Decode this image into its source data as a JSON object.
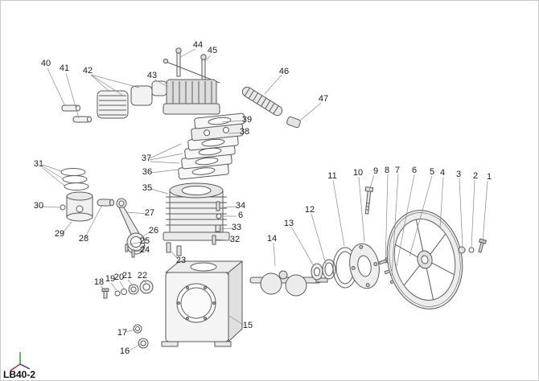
{
  "title": "LB40-2",
  "diagram_type_note": "exploded parts view",
  "axis_icon": {
    "green": "#1a9e1a",
    "red": "#cc2222",
    "blue": "#2233cc"
  },
  "callouts": [
    {
      "label": "1"
    },
    {
      "label": "2"
    },
    {
      "label": "3"
    },
    {
      "label": "4"
    },
    {
      "label": "5"
    },
    {
      "label": "6"
    },
    {
      "label": "7"
    },
    {
      "label": "8"
    },
    {
      "label": "9"
    },
    {
      "label": "10"
    },
    {
      "label": "11"
    },
    {
      "label": "12"
    },
    {
      "label": "13"
    },
    {
      "label": "14"
    },
    {
      "label": "15"
    },
    {
      "label": "16"
    },
    {
      "label": "17"
    },
    {
      "label": "18"
    },
    {
      "label": "19"
    },
    {
      "label": "20"
    },
    {
      "label": "21"
    },
    {
      "label": "22"
    },
    {
      "label": "23"
    },
    {
      "label": "24"
    },
    {
      "label": "25"
    },
    {
      "label": "26"
    },
    {
      "label": "27"
    },
    {
      "label": "28"
    },
    {
      "label": "29"
    },
    {
      "label": "30"
    },
    {
      "label": "31"
    },
    {
      "label": "32"
    },
    {
      "label": "33"
    },
    {
      "label": "34"
    },
    {
      "label": "35"
    },
    {
      "label": "36"
    },
    {
      "label": "37"
    },
    {
      "label": "38"
    },
    {
      "label": "39"
    },
    {
      "label": "40"
    },
    {
      "label": "41"
    },
    {
      "label": "42"
    },
    {
      "label": "43"
    },
    {
      "label": "44"
    },
    {
      "label": "45"
    },
    {
      "label": "46"
    },
    {
      "label": "47"
    },
    {
      "label": "6"
    }
  ]
}
